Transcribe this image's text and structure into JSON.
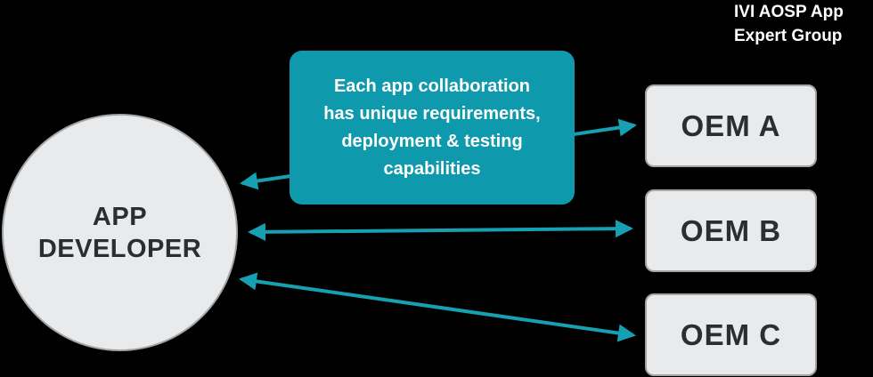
{
  "title": {
    "lines": [
      "IVI AOSP App",
      "Expert Group"
    ]
  },
  "diagram": {
    "app_developer": {
      "lines": [
        "APP",
        "DEVELOPER"
      ]
    },
    "callout": {
      "lines": [
        "Each app collaboration",
        "has unique requirements,",
        "deployment & testing",
        "capabilities"
      ]
    },
    "oems": [
      {
        "label": "OEM A"
      },
      {
        "label": "OEM B"
      },
      {
        "label": "OEM C"
      }
    ],
    "connections": [
      {
        "from": "app-developer",
        "to": "oem-a",
        "bidirectional": true,
        "passes_behind": "callout"
      },
      {
        "from": "app-developer",
        "to": "oem-b",
        "bidirectional": true
      },
      {
        "from": "app-developer",
        "to": "oem-c",
        "bidirectional": true
      }
    ]
  },
  "colors": {
    "background": "#000000",
    "teal": "#0f99ac",
    "arrow": "#16a0b2",
    "node_fill": "#e8eaeb",
    "node_border": "#a2a4a5",
    "node_text": "#2b2d2e",
    "callout_text": "#ffffff",
    "title_text": "#ffffff"
  }
}
